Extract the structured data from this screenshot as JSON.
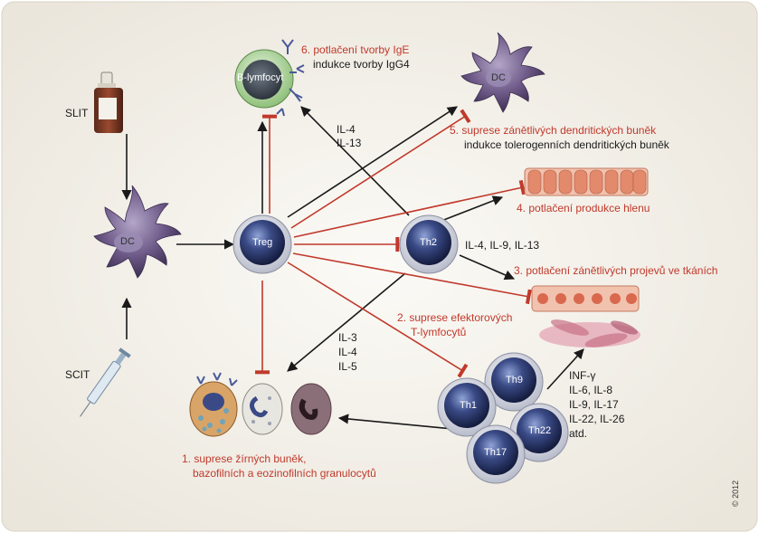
{
  "labels": {
    "slit": "SLIT",
    "scit": "SCIT",
    "dc_left": "DC",
    "dc_top": "DC",
    "treg": "Treg",
    "th2": "Th2",
    "th1": "Th1",
    "th9": "Th9",
    "th17": "Th17",
    "th22": "Th22",
    "b_lymfocyt": "B-lymfocyt"
  },
  "annotations": {
    "item6_title": "6. potlačení tvorby IgE",
    "item6_sub": "indukce tvorby IgG4",
    "item5_title": "5. suprese zánětlivých dendritických buněk",
    "item5_sub": "indukce tolerogenních dendritických buněk",
    "item4_title": "4. potlačení produkce hlenu",
    "item3_title": "3. potlačení zánětlivých projevů ve tkáních",
    "item2_line1": "2. suprese efektorových",
    "item2_line2": "T-lymfocytů",
    "item1_line1": "1. suprese žírných buněk,",
    "item1_line2": "bazofilních a eozinofilních granulocytů"
  },
  "cytokines": {
    "b_help": [
      "IL-4",
      "IL-13"
    ],
    "th2_out": "IL-4, IL-9, IL-13",
    "th2_granulo": [
      "IL-3",
      "IL-4",
      "IL-5"
    ],
    "effector": [
      "INF-γ",
      "IL-6, IL-8",
      "IL-9, IL-17",
      "IL-22, IL-26",
      "atd."
    ]
  },
  "copyright": "© 2012",
  "colors": {
    "stimulate_arrow": "#1a1a1a",
    "suppress_arrow": "#c0392b",
    "panel_bg": "#f3f0ea",
    "t_cell": "#2c3a6e",
    "dendritic": "#6e5a88",
    "mucus_cell": "#e8a08a"
  }
}
